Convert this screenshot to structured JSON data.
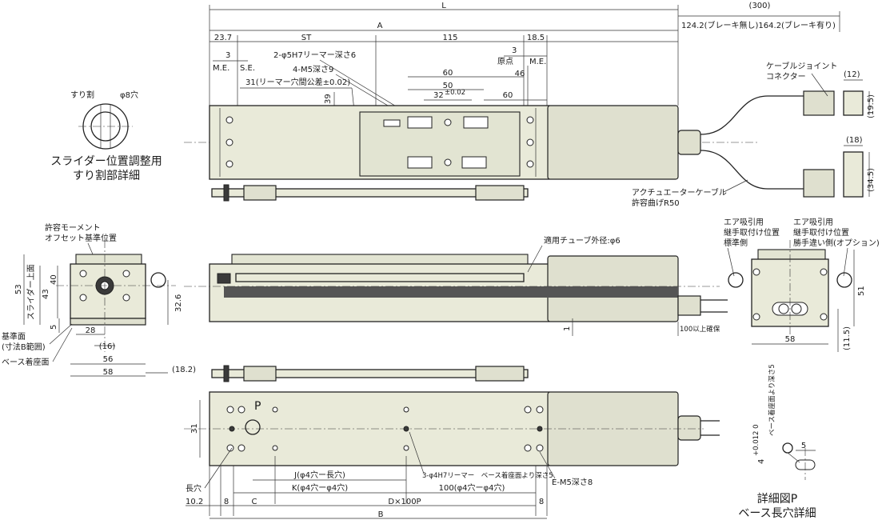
{
  "top_view": {
    "overall_length": "L",
    "dim_A": "A",
    "cable_300": "(300)",
    "cable_brake_text": "124.2(ブレーキ無し)164.2(ブレーキ有り)",
    "d_23_7": "23.7",
    "d_ST": "ST",
    "d_115": "115",
    "d_18_5": "18.5",
    "d_3_left": "3",
    "d_3_right": "3",
    "me_left": "M.E.",
    "se": "S.E.",
    "genten": "原点",
    "me_right": "M.E.",
    "reamer_2": "2-φ5H7リーマー深さ6",
    "m5_4": "4-M5深さ9",
    "tol_31": "31(リーマー穴間公差±0.02)",
    "d_60_top": "60",
    "d_50": "50",
    "d_32": "32",
    "d_32_tol": "±0.02",
    "d_60_right": "60",
    "d_46": "46",
    "d_39": "39",
    "cable_joint": "ケーブルジョイント",
    "connector": "コネクター",
    "d_12": "(12)",
    "d_19_5": "(19.5)",
    "d_18": "(18)",
    "d_34_5": "(34.5)",
    "actuator_cable": "アクチュエーターケーブル",
    "bend_radius": "許容曲げR50"
  },
  "detail_slider": {
    "suriwari": "すり割",
    "hole_8": "φ8穴",
    "title_1": "スライダー位置調整用",
    "title_2": "すり割部詳細"
  },
  "left_view": {
    "moment_1": "許容モーメント",
    "moment_2": "オフセット基準位置",
    "d_53": "53",
    "slider_top": "スライダー上面",
    "d_43": "43",
    "d_40": "40",
    "d_32_6": "32.6",
    "d_5": "5",
    "d_28": "28",
    "d_16": "(16)",
    "d_56": "56",
    "d_58": "58",
    "d_18_2": "(18.2)",
    "ref_1": "基準面",
    "ref_2": "(寸法B範囲)",
    "base_face": "ベース着座面"
  },
  "side_view": {
    "tube": "適用チューブ外径:φ6",
    "d_1": "1",
    "clear_100": "100以上確保"
  },
  "right_view": {
    "air_left_1": "エア吸引用",
    "air_left_2": "継手取付け位置",
    "air_left_3": "標準側",
    "air_right_1": "エア吸引用",
    "air_right_2": "継手取付け位置",
    "air_right_3": "勝手違い側(オプション)",
    "d_51": "51",
    "d_11_5": "(11.5)",
    "d_58": "58"
  },
  "bottom_view": {
    "p_mark": "P",
    "d_31": "31",
    "slot": "長穴",
    "d_10_2": "10.2",
    "d_8_left": "8",
    "d_C": "C",
    "d_J": "J(φ4穴ー長穴)",
    "d_K": "K(φ4穴ーφ4穴)",
    "reamer_3": "3-φ4H7リーマー　ベース着座面より深さ5",
    "d_100": "100(φ4穴ーφ4穴)",
    "em5": "E-M5深さ8",
    "d_Dx100P": "D×100P",
    "d_8_right": "8",
    "d_B": "B"
  },
  "detail_p": {
    "depth_1": "ベース着座面より深さ5",
    "dia": "4",
    "dia_tol": "+0.012 0",
    "d_5": "5",
    "title_1": "詳細図P",
    "title_2": "ベース長穴詳細"
  }
}
